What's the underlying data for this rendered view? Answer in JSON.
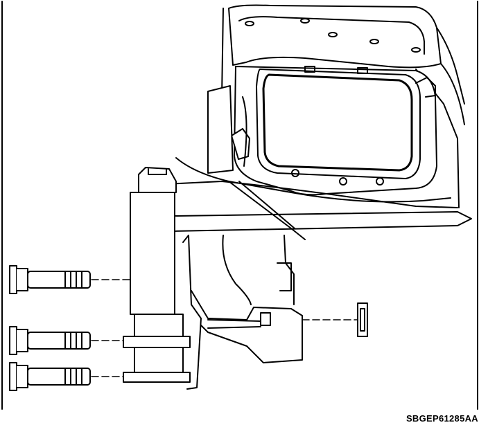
{
  "figure": {
    "code": "SBGEP61285AA",
    "background": "#ffffff",
    "line_color": "#000000"
  },
  "parts": [
    {
      "name": "mount-bolt-upper-icon"
    },
    {
      "name": "mount-bolt-middle-icon"
    },
    {
      "name": "mount-bolt-lower-icon"
    },
    {
      "name": "through-bolt-nut-icon"
    },
    {
      "name": "engine-mount-bracket"
    },
    {
      "name": "control-module-housing"
    },
    {
      "name": "frame-rail"
    }
  ]
}
